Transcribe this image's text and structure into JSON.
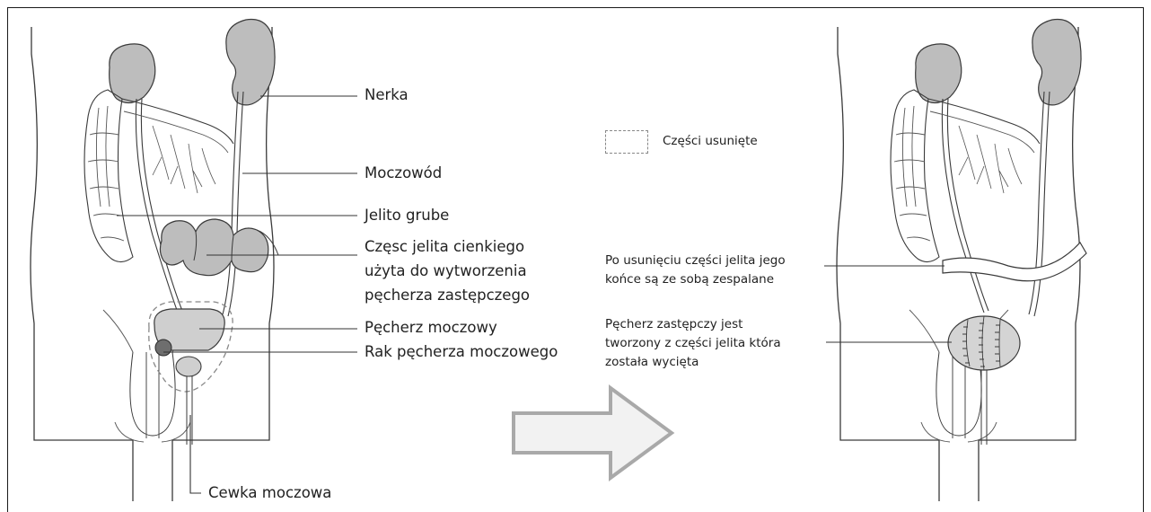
{
  "left_panel": {
    "labels": {
      "kidney": "Nerka",
      "ureter": "Moczowód",
      "colon": "Jelito grube",
      "small_intestine_part": [
        "Częsc jelita cienkiego",
        "użyta do wytworzenia",
        "pęcherza zastępczego"
      ],
      "bladder": "Pęcherz moczowy",
      "bladder_cancer": "Rak pęcherza moczowego",
      "urethra": "Cewka moczowa"
    }
  },
  "legend": {
    "removed_parts": "Części usunięte"
  },
  "right_panel": {
    "labels": {
      "intestine_join": [
        "Po usunięciu części jelita jego",
        "końce są ze sobą zespalane"
      ],
      "new_bladder": [
        "Pęcherz zastępczy jest",
        "tworzony z części jelita która",
        "została wycięta"
      ]
    }
  },
  "colors": {
    "organ_fill": "#bdbdbd",
    "outline": "#3a3a3a",
    "arrow_fill": "#f2f2f2",
    "arrow_stroke": "#a9a9a9",
    "dashed": "#888888"
  }
}
